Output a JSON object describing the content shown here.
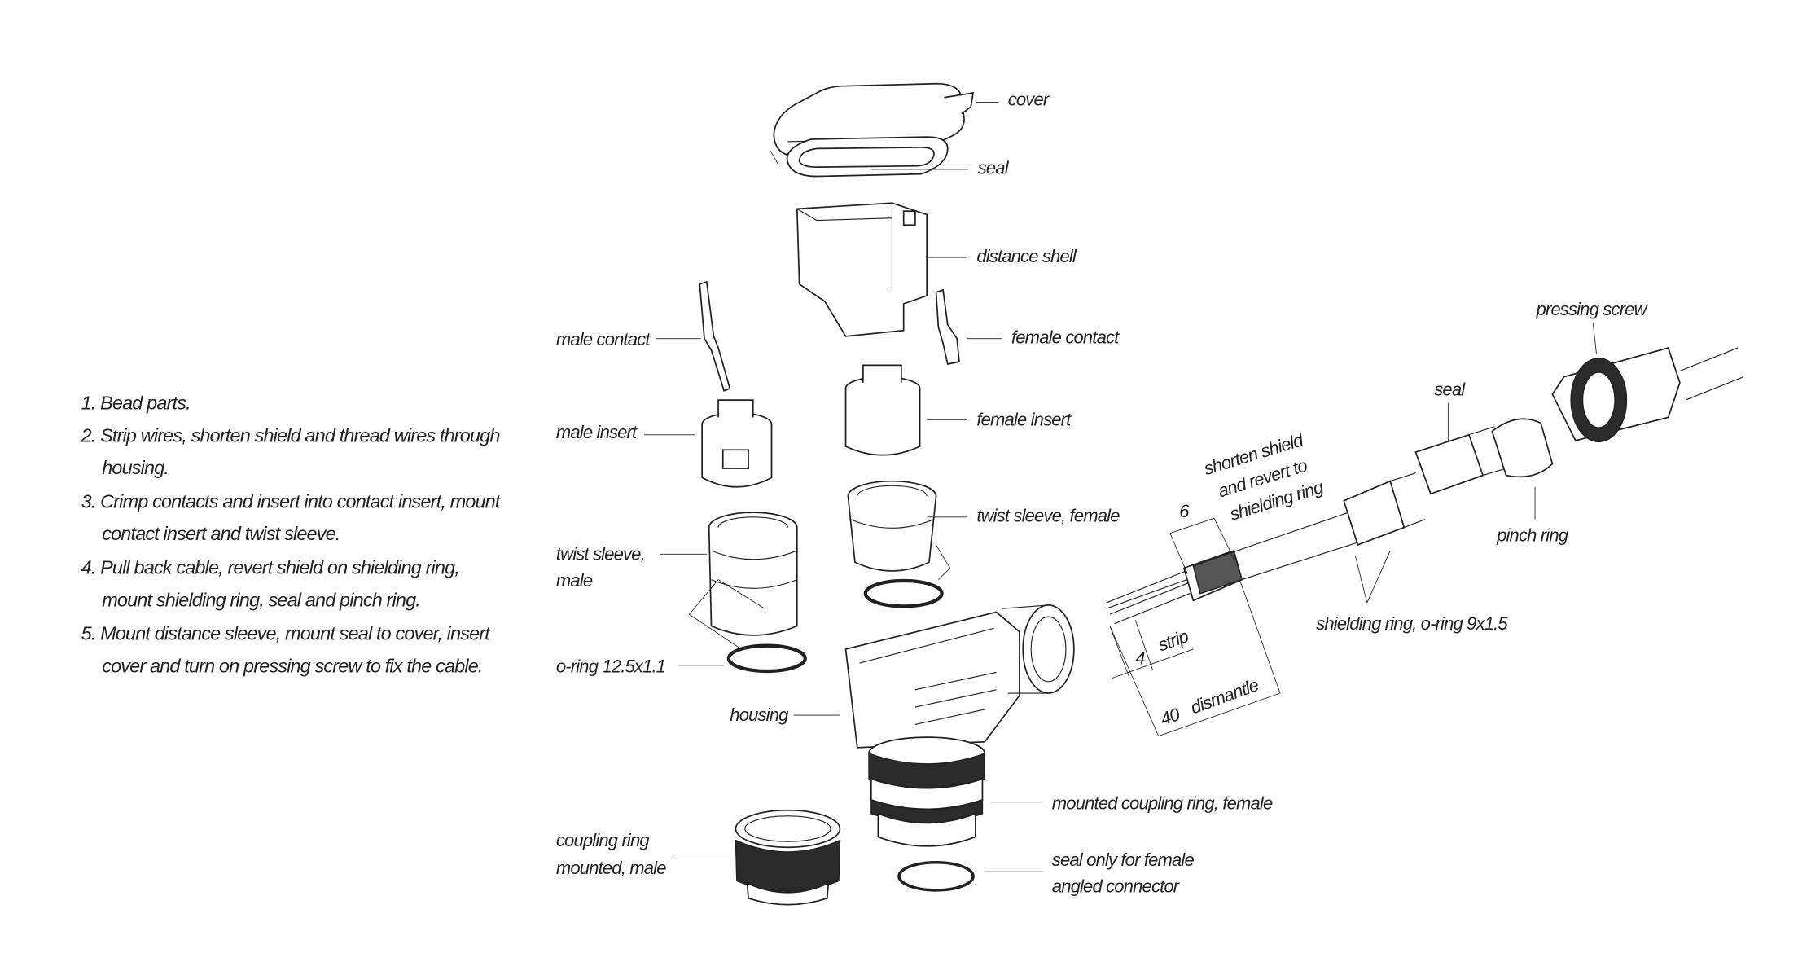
{
  "instructions": [
    {
      "line1": "1. Bead parts.",
      "line2": ""
    },
    {
      "line1": "2. Strip wires, shorten shield and thread wires through",
      "line2": "housing."
    },
    {
      "line1": "3. Crimp contacts and insert into contact insert, mount",
      "line2": "contact insert and twist sleeve."
    },
    {
      "line1": "4. Pull back cable, revert shield on shielding ring,",
      "line2": "mount shielding ring, seal and pinch ring."
    },
    {
      "line1": "5. Mount distance sleeve, mount seal to cover, insert",
      "line2": "cover and turn on pressing screw to fix the cable."
    }
  ],
  "labels": {
    "cover": "cover",
    "seal_top": "seal",
    "distance_shell": "distance shell",
    "male_contact": "male contact",
    "female_contact": "female contact",
    "male_insert": "male insert",
    "female_insert": "female insert",
    "twist_sleeve_female": "twist sleeve, female",
    "twist_sleeve_male_1": "twist sleeve,",
    "twist_sleeve_male_2": "male",
    "oring": "o-ring 12.5x1.1",
    "housing": "housing",
    "coupling_female": "mounted coupling ring, female",
    "coupling_male_1": "coupling ring",
    "coupling_male_2": "mounted, male",
    "seal_female_1": "seal only for female",
    "seal_female_2": "angled connector",
    "pressing_screw": "pressing screw",
    "seal_right": "seal",
    "pinch_ring": "pinch ring",
    "shielding_ring": "shielding ring, o-ring 9x1.5",
    "shorten_1": "shorten shield",
    "shorten_2": "and revert to",
    "shorten_3": "shielding ring"
  },
  "dimensions": {
    "shield": "6",
    "strip_value": "4",
    "strip_label": "strip",
    "dismantle_value": "40",
    "dismantle_label": "dismantle"
  }
}
